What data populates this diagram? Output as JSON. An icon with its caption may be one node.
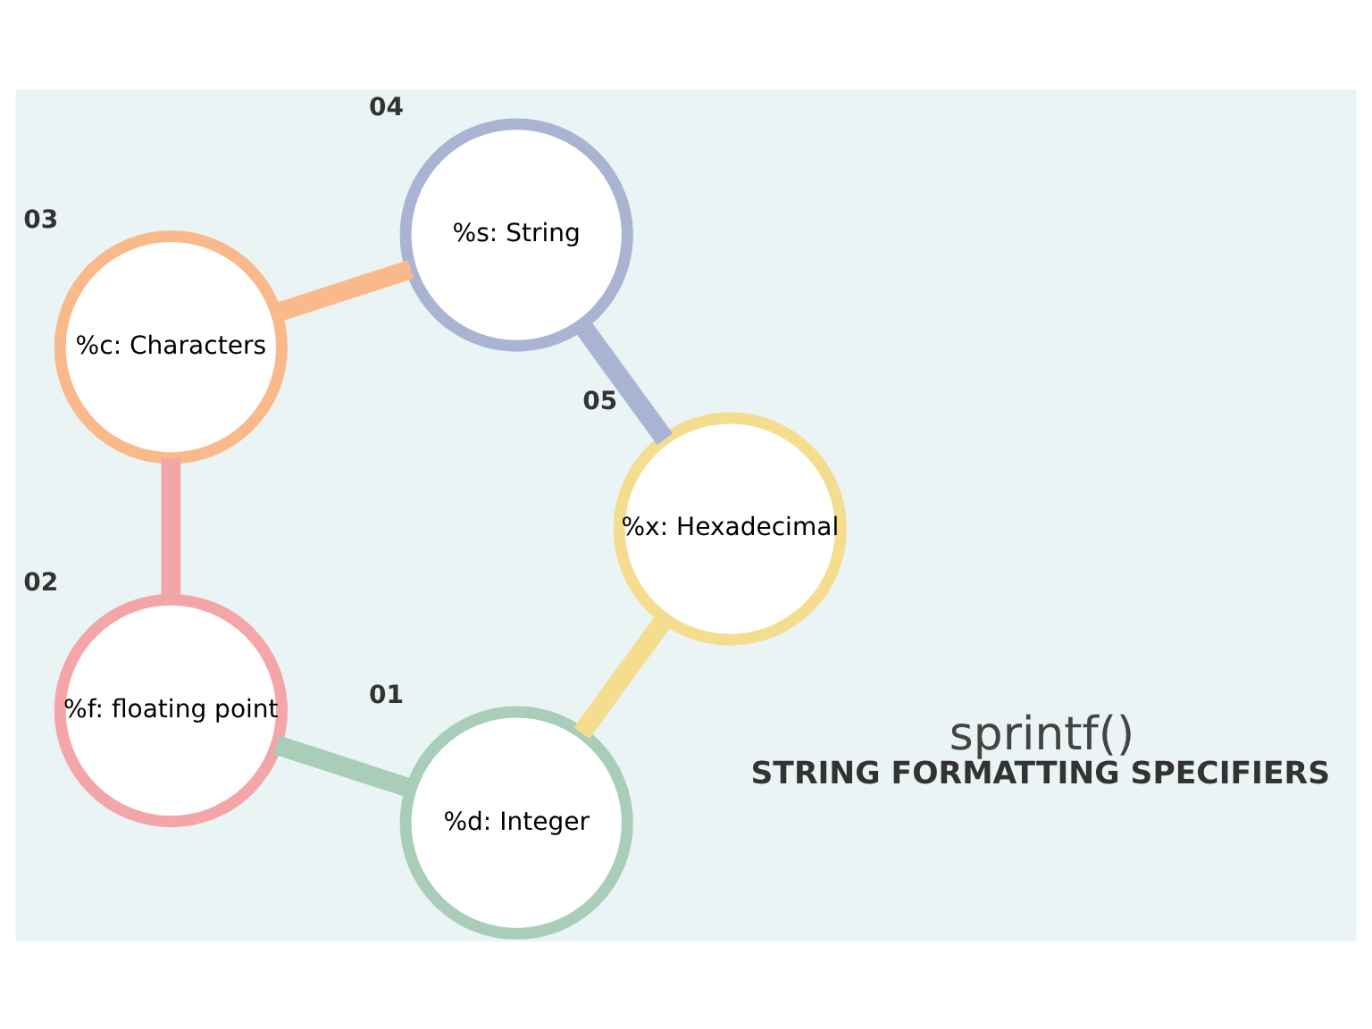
{
  "diagram": {
    "nodes": [
      {
        "text": [
          "%d: Integer"
        ],
        "beside": [
          "01"
        ]
      },
      {
        "text": [
          "%f: floating point"
        ],
        "beside": [
          "02"
        ]
      },
      {
        "text": [
          "%c: Characters"
        ],
        "beside": [
          "03"
        ]
      },
      {
        "text": [
          "%s: String"
        ],
        "beside": [
          "04"
        ]
      },
      {
        "text": [
          "%x: Hexadecimal"
        ],
        "beside": [
          "05"
        ]
      }
    ],
    "edges": [
      {
        "from": 0,
        "to": 1,
        "arrow": "none",
        "color": "#a8cdb8"
      },
      {
        "from": 1,
        "to": 2,
        "arrow": "none",
        "color": "#f4a5a8"
      },
      {
        "from": 2,
        "to": 3,
        "arrow": "none",
        "color": "#f9b98a"
      },
      {
        "from": 3,
        "to": 4,
        "arrow": "none",
        "color": "#a9b4d3"
      },
      {
        "from": 4,
        "to": 0,
        "arrow": "none",
        "color": "#f5dd8f"
      }
    ],
    "labels": [
      "sprintf()",
      "STRING FORMATTING SPECIFIERS"
    ]
  }
}
